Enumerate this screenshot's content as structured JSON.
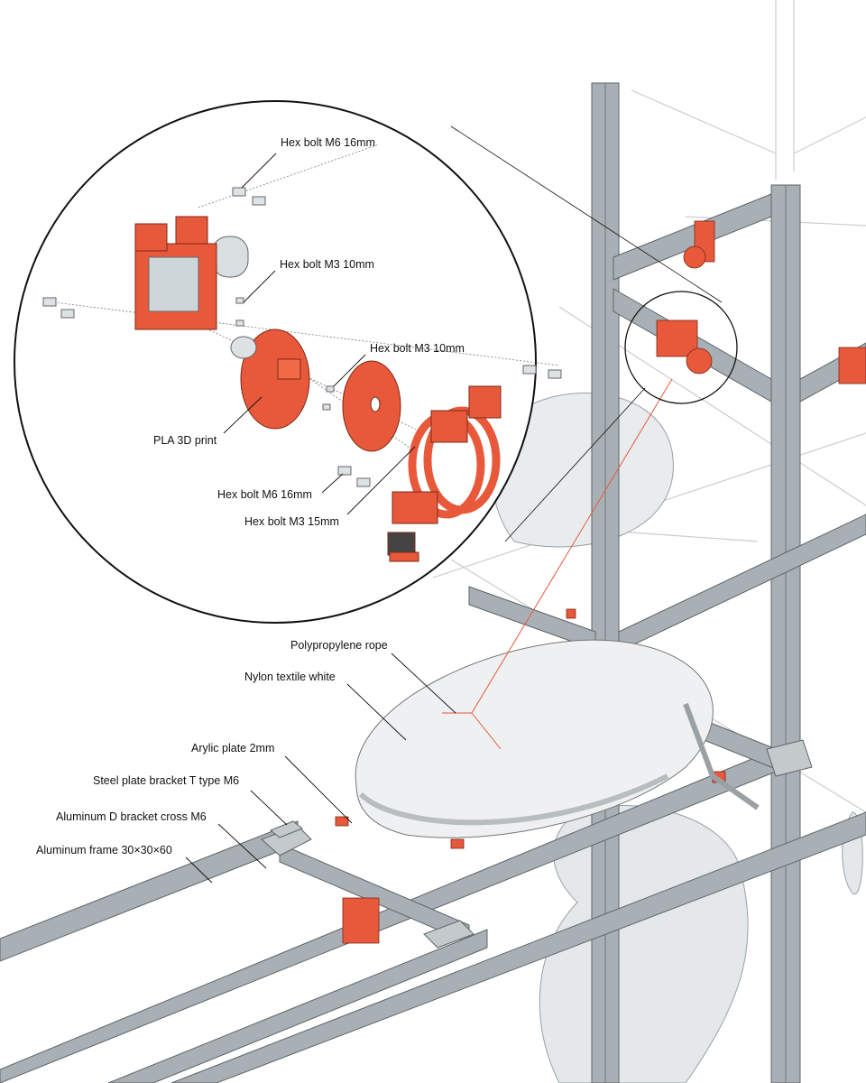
{
  "colors": {
    "accent": "#e8583a",
    "frame": "#a9b0b5",
    "frame_dark": "#6f767b",
    "textile": "#eef0f1",
    "line": "#111111"
  },
  "callouts": {
    "hex_bolt_m6_top": "Hex bolt M6 16mm",
    "hex_bolt_m3_upper": "Hex bolt M3 10mm",
    "hex_bolt_m3_middle": "Hex bolt M3 10mm",
    "pla_print": "PLA 3D print",
    "hex_bolt_m6_bottom": "Hex bolt M6 16mm",
    "hex_bolt_m3_15": "Hex bolt M3 15mm",
    "rope": "Polypropylene rope",
    "textile": "Nylon textile white",
    "acrylic": "Arylic plate 2mm",
    "steel_bracket": "Steel plate bracket T type M6",
    "d_bracket": "Aluminum D bracket cross M6",
    "frame": "Aluminum frame 30×30×60"
  }
}
